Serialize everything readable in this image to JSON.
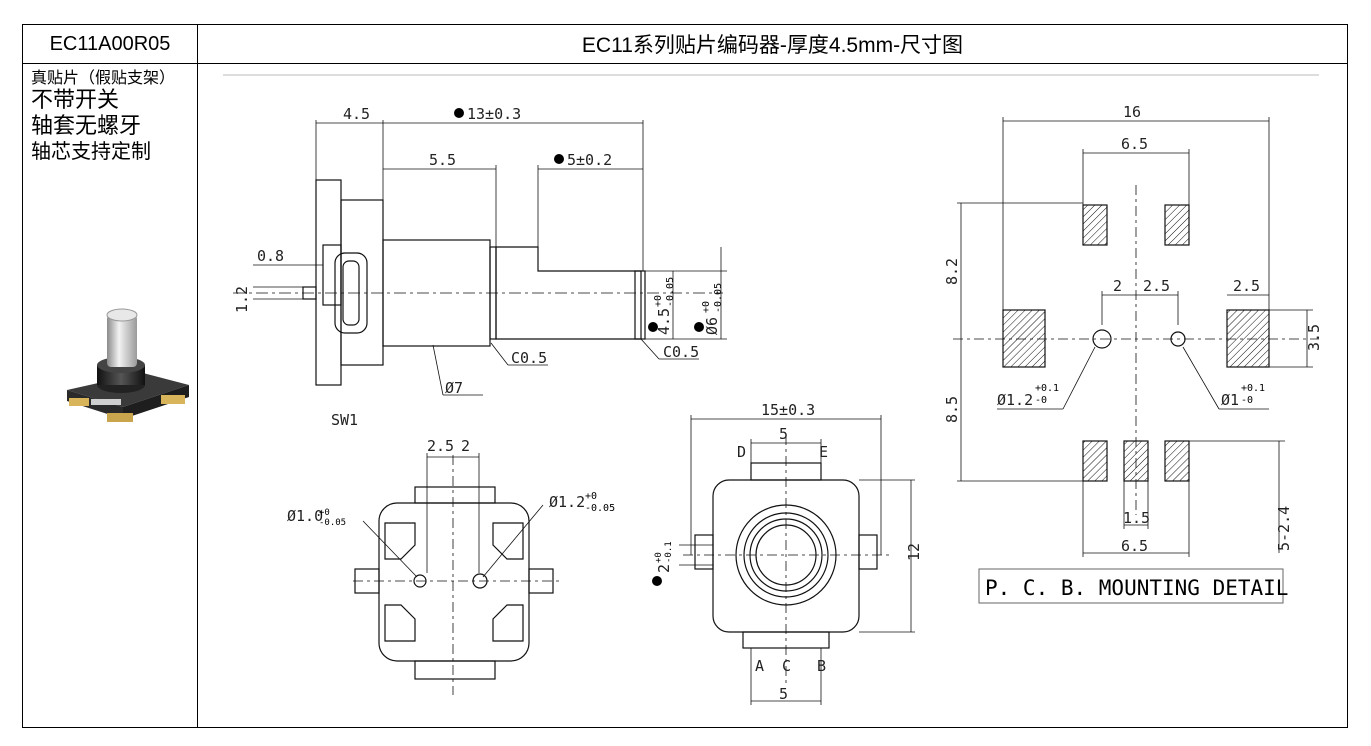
{
  "header": {
    "part_number": "EC11A00R05",
    "title": "EC11系列贴片编码器-厚度4.5mm-尺寸图"
  },
  "notes": [
    "真贴片（假贴支架）",
    "不带开关",
    "轴套无螺牙",
    "轴芯支持定制"
  ],
  "side_view": {
    "dims": [
      "4.5",
      "13±0.3",
      "5.5",
      "5±0.2",
      "0.8",
      "1.2",
      "Ø7",
      "C0.5",
      "C0.5",
      "SW1"
    ],
    "dia_shaft": [
      "4.5",
      "+0",
      "-0.05"
    ],
    "dia_sleeve": [
      "Ø6",
      "+0",
      "-0.05"
    ]
  },
  "bottom_view": {
    "dims": [
      "2.5",
      "2"
    ],
    "hole_left": [
      "Ø1.0",
      "+0",
      "-0.05"
    ],
    "hole_right": [
      "Ø1.2",
      "+0",
      "-0.05"
    ]
  },
  "front_view": {
    "dims": [
      "15±0.3",
      "5",
      "12",
      "5"
    ],
    "pins_top": [
      "D",
      "E"
    ],
    "pins_bottom": [
      "A",
      "C",
      "B"
    ],
    "tol": [
      "2",
      "+0",
      "-0.1"
    ]
  },
  "pcb": {
    "dims": [
      "16",
      "6.5",
      "8.2",
      "8.5",
      "2",
      "2.5",
      "2.5",
      "3.5",
      "1.5",
      "6.5",
      "5-2.4"
    ],
    "hole_left": [
      "Ø1.2",
      "+0.1",
      "-0"
    ],
    "hole_right": [
      "Ø1",
      "+0.1",
      "-0"
    ],
    "label": "P. C. B. MOUNTING DETAIL"
  }
}
